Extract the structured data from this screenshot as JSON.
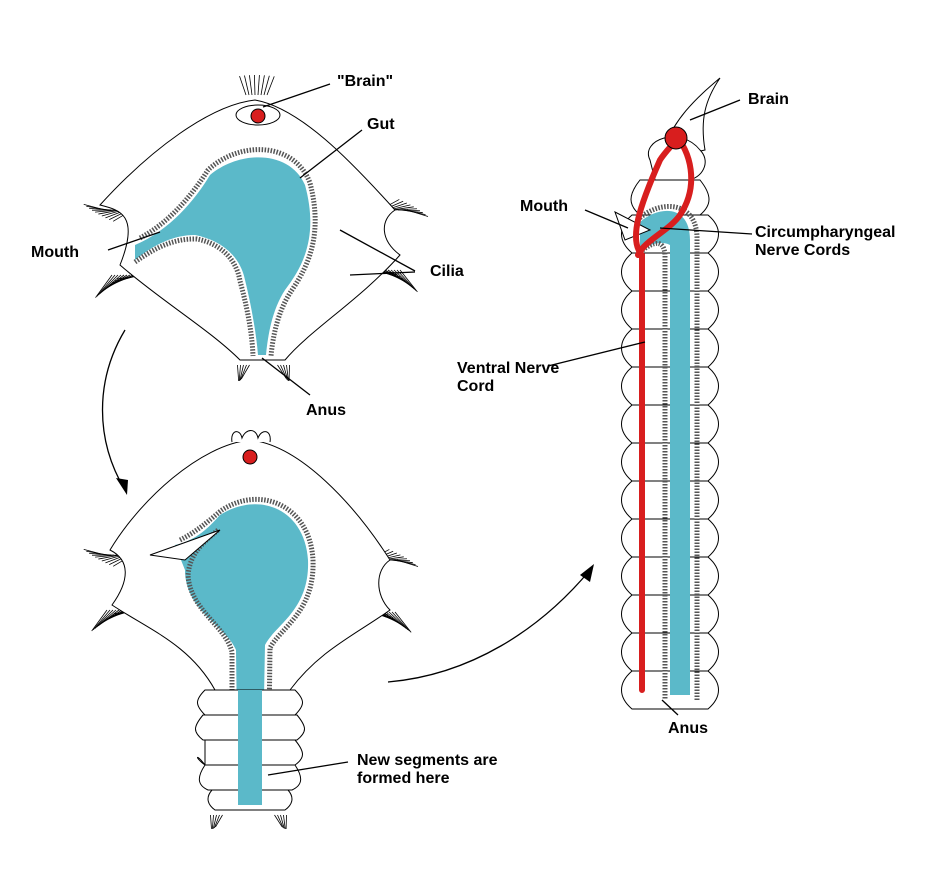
{
  "labels": {
    "brain_larva": "\"Brain\"",
    "gut": "Gut",
    "mouth_larva": "Mouth",
    "cilia": "Cilia",
    "anus_larva": "Anus",
    "new_segments": "New segments are\nformed here",
    "brain_adult": "Brain",
    "mouth_adult": "Mouth",
    "circumpharyngeal": "Circumpharyngeal\nNerve Cords",
    "ventral_nerve_cord": "Ventral Nerve\nCord",
    "anus_adult": "Anus"
  },
  "colors": {
    "gut": "#5bb9c9",
    "nerve": "#d81e1e",
    "outline": "#000000"
  }
}
